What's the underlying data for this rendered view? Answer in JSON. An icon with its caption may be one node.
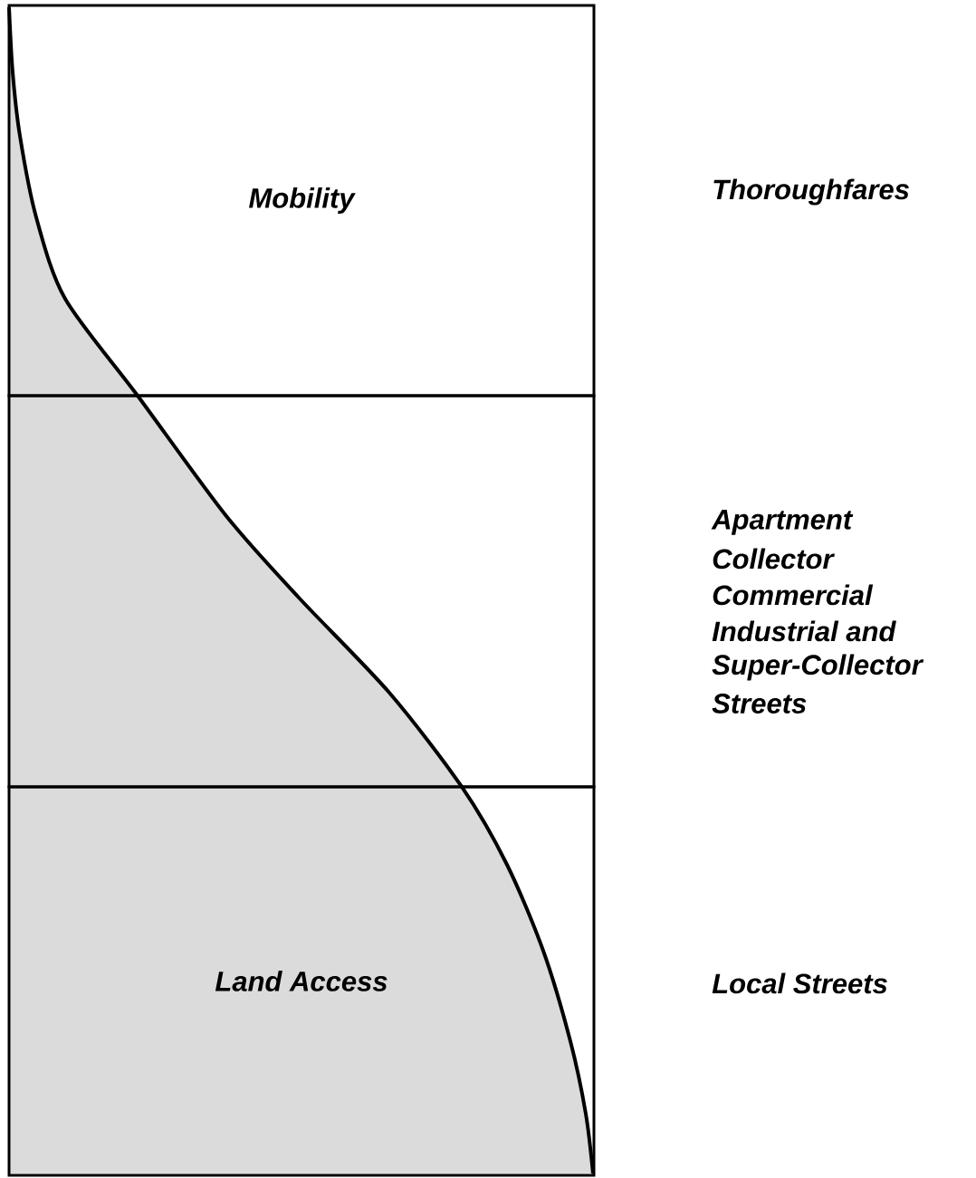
{
  "diagram": {
    "nodes": [
      {
        "text": [
          "Mobility"
        ]
      },
      {
        "text": [],
        "shape": "box"
      },
      {
        "text": [
          "Land Access"
        ]
      }
    ],
    "labels": [
      "Thoroughfares",
      "Apartment",
      "Collector",
      "Commercial",
      "Industrial and",
      "Super-Collector",
      "Streets",
      "Local Streets"
    ]
  }
}
